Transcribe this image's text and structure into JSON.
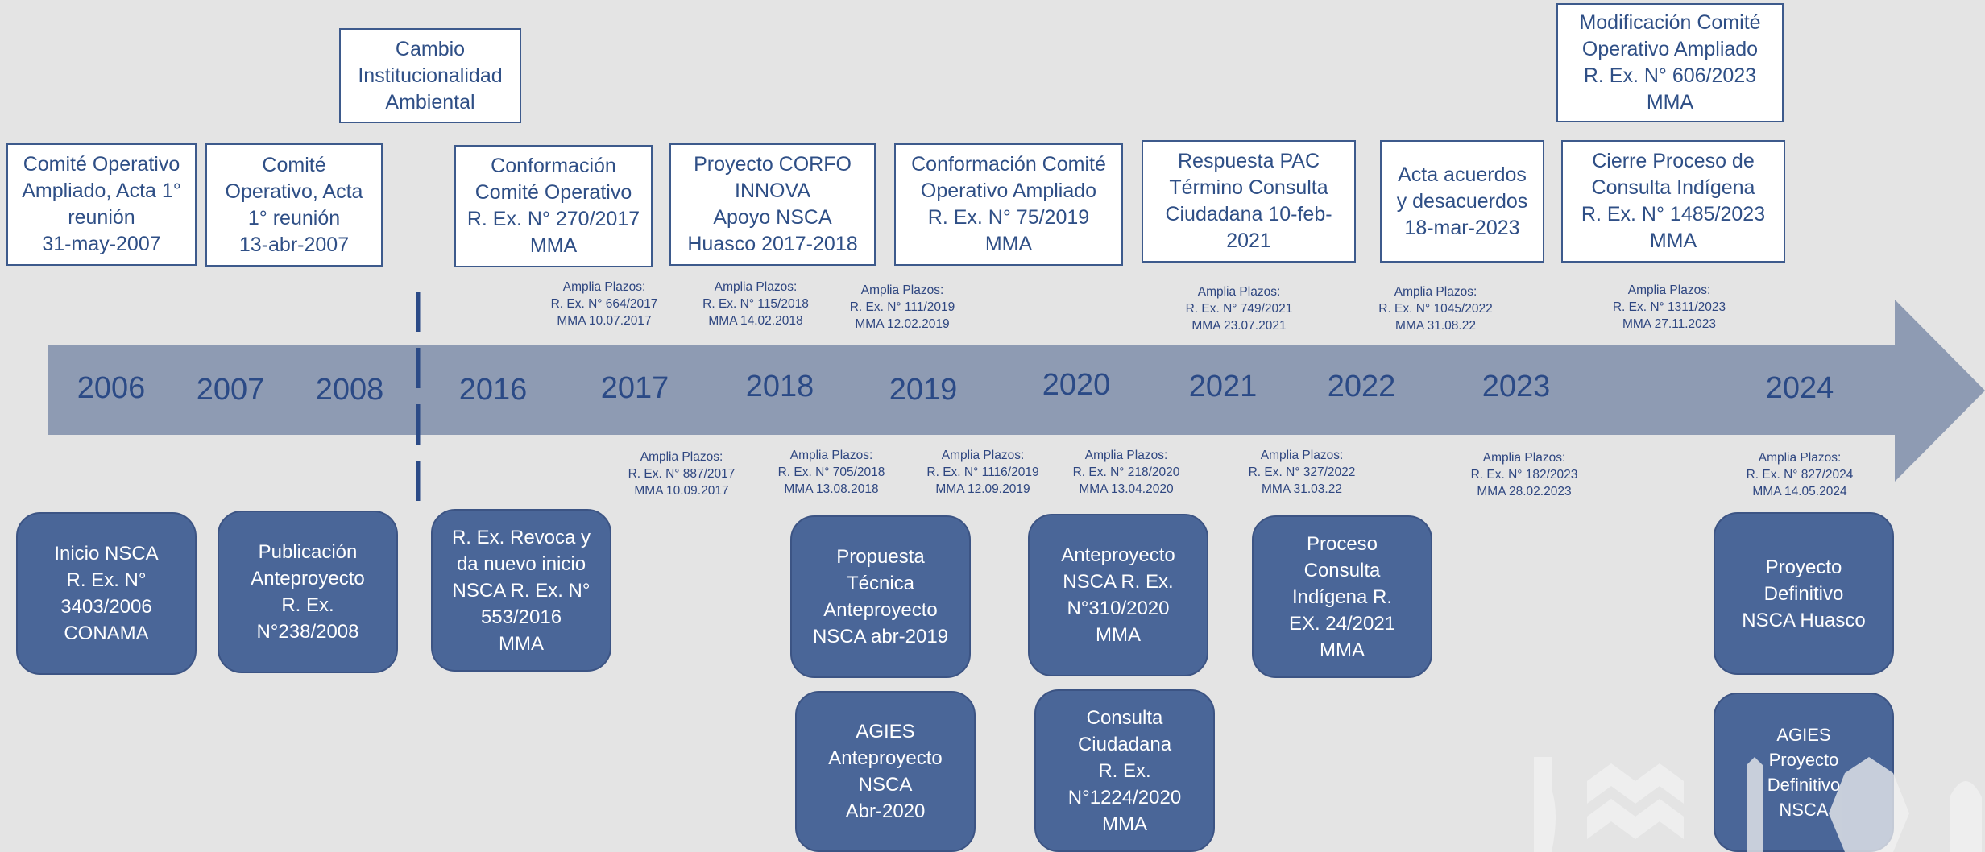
{
  "timeline": {
    "years": [
      "2006",
      "2007",
      "2008",
      "2016",
      "2017",
      "2018",
      "2019",
      "2020",
      "2021",
      "2022",
      "2023",
      "2024"
    ]
  },
  "top_boxes": [
    {
      "id": "comite-ampliado-acta",
      "text": "Comité Operativo\nAmpliado, Acta 1°\nreunión\n31-may-2007"
    },
    {
      "id": "comite-operativo-acta",
      "text": "Comité\nOperativo, Acta\n1° reunión\n13-abr-2007"
    },
    {
      "id": "cambio-institucionalidad",
      "text": "Cambio\nInstitucionalidad\nAmbiental"
    },
    {
      "id": "conformacion-comite",
      "text": "Conformación\nComité Operativo\nR. Ex. N° 270/2017\nMMA"
    },
    {
      "id": "proyecto-corfo",
      "text": "Proyecto CORFO\nINNOVA\nApoyo NSCA\nHuasco 2017-2018"
    },
    {
      "id": "conformacion-comite-ampliado",
      "text": "Conformación Comité\nOperativo Ampliado\nR. Ex. N° 75/2019\nMMA"
    },
    {
      "id": "respuesta-pac",
      "text": "Respuesta PAC\nTérmino Consulta\nCiudadana 10-feb-\n2021"
    },
    {
      "id": "acta-acuerdos",
      "text": "Acta acuerdos\ny desacuerdos\n18-mar-2023"
    },
    {
      "id": "cierre-consulta",
      "text": "Cierre Proceso de\nConsulta Indígena\nR. Ex. N° 1485/2023\nMMA"
    },
    {
      "id": "modificacion-comite",
      "text": "Modificación Comité\nOperativo Ampliado\nR. Ex. N° 606/2023\nMMA"
    }
  ],
  "plazos_above": [
    "Amplia Plazos:\nR. Ex. N° 664/2017\nMMA 10.07.2017",
    "Amplia Plazos:\nR. Ex. N° 115/2018\nMMA 14.02.2018",
    "Amplia Plazos:\nR. Ex. N° 111/2019\nMMA 12.02.2019",
    "Amplia Plazos:\nR. Ex. N° 749/2021\nMMA 23.07.2021",
    "Amplia Plazos:\nR. Ex. N° 1045/2022\nMMA 31.08.22",
    "Amplia Plazos:\nR. Ex. N° 1311/2023\nMMA 27.11.2023"
  ],
  "plazos_below": [
    "Amplia Plazos:\nR. Ex. N° 887/2017\nMMA 10.09.2017",
    "Amplia Plazos:\nR. Ex. N° 705/2018\nMMA 13.08.2018",
    "Amplia Plazos:\nR. Ex. N° 1116/2019\nMMA 12.09.2019",
    "Amplia Plazos:\nR. Ex. N° 218/2020\nMMA 13.04.2020",
    "Amplia Plazos:\nR. Ex. N° 327/2022\nMMA 31.03.22",
    "Amplia Plazos:\nR. Ex. N° 182/2023\nMMA 28.02.2023",
    "Amplia Plazos:\nR. Ex. N° 827/2024\nMMA 14.05.2024"
  ],
  "bottom_boxes": [
    {
      "id": "inicio-nsca",
      "text": "Inicio NSCA\nR. Ex. N°\n3403/2006\nCONAMA"
    },
    {
      "id": "publicacion-anteproyecto",
      "text": "Publicación\nAnteproyecto\nR. Ex.\nN°238/2008"
    },
    {
      "id": "revoca-nuevo-inicio",
      "text": "R. Ex. Revoca y\nda nuevo inicio\nNSCA R. Ex. N°\n553/2016\nMMA"
    },
    {
      "id": "propuesta-tecnica",
      "text": "Propuesta\nTécnica\nAnteproyecto\nNSCA abr-2019"
    },
    {
      "id": "agies-anteproyecto",
      "text": "AGIES\nAnteproyecto\nNSCA\nAbr-2020"
    },
    {
      "id": "anteproyecto-nsca",
      "text": "Anteproyecto\nNSCA R. Ex.\nN°310/2020\nMMA"
    },
    {
      "id": "consulta-ciudadana",
      "text": "Consulta\nCiudadana\nR. Ex.\nN°1224/2020\nMMA"
    },
    {
      "id": "proceso-consulta-indigena",
      "text": "Proceso\nConsulta\nIndígena R.\nEX. 24/2021\nMMA"
    },
    {
      "id": "proyecto-definitivo",
      "text": "Proyecto\nDefinitivo\nNSCA Huasco"
    },
    {
      "id": "agies-proyecto-definitivo",
      "text": "AGIES\nProyecto\nDefinitivo\nNSCA"
    }
  ],
  "colors": {
    "background": "#e4e4e4",
    "arrow": "#8e9bb3",
    "box_fill": "#4a6698",
    "box_text": "#ffffff",
    "outline": "#3d5a8c",
    "text_blue": "#2f4f86"
  }
}
